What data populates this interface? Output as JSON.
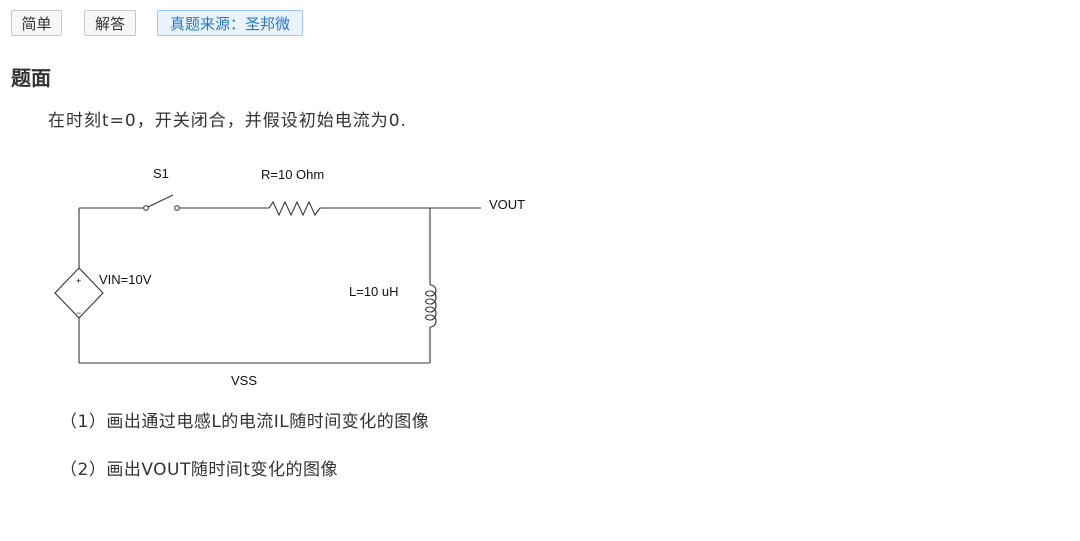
{
  "toolbar": {
    "difficulty_label": "简单",
    "answer_label": "解答",
    "source_label": "真题来源：圣邦微"
  },
  "section": {
    "title": "题面"
  },
  "problem": {
    "intro": "在时刻t=0，开关闭合，并假设初始电流为0.",
    "questions": [
      "（1）画出通过电感L的电流IL随时间变化的图像",
      "（2）画出VOUT随时间t变化的图像"
    ]
  },
  "circuit": {
    "switch_label": "S1",
    "resistor_label": "R=10 Ohm",
    "output_label": "VOUT",
    "source_label": "VIN=10V",
    "source_plus": "+",
    "source_minus": "−",
    "inductor_label": "L=10 uH",
    "ground_label": "VSS"
  },
  "colors": {
    "accent": "#2779c4",
    "accent_bg": "#e8f3fd",
    "wire": "#333333"
  }
}
